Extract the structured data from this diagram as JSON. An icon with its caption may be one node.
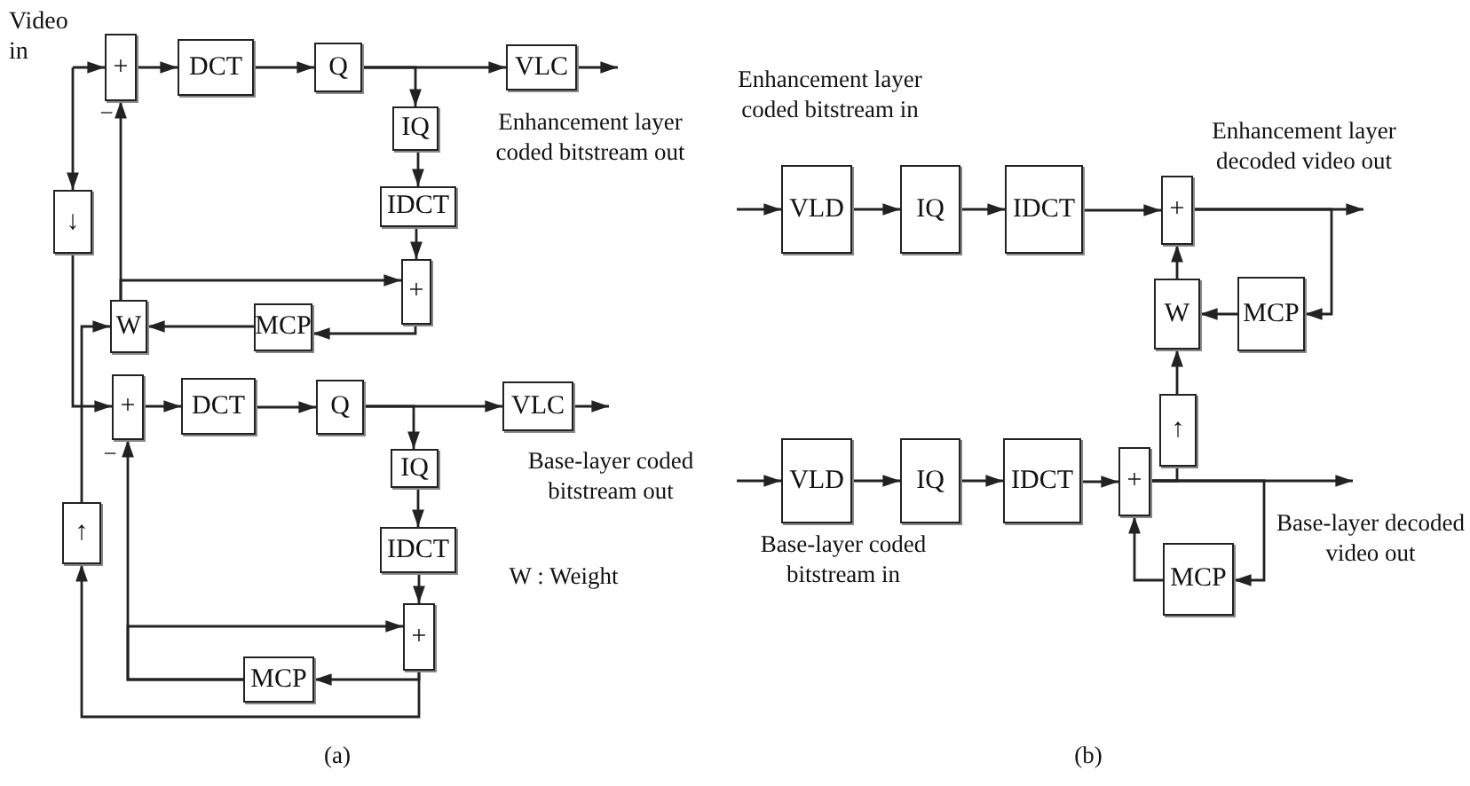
{
  "diagram": {
    "nodes": [
      {
        "text": [
          "Video in"
        ]
      },
      {
        "text": [
          "+"
        ]
      },
      {
        "text": [
          "DCT"
        ]
      },
      {
        "text": [
          "Q"
        ]
      },
      {
        "text": [
          "VLC"
        ]
      },
      {
        "text": [
          "IQ"
        ]
      },
      {
        "text": [
          "↓"
        ]
      },
      {
        "text": [
          "IDCT"
        ]
      },
      {
        "text": [
          "+"
        ]
      },
      {
        "text": [
          "W"
        ]
      },
      {
        "text": [
          "MCP"
        ]
      },
      {
        "text": [
          "+"
        ]
      },
      {
        "text": [
          "DCT"
        ]
      },
      {
        "text": [
          "Q"
        ]
      },
      {
        "text": [
          "VLC"
        ]
      },
      {
        "text": [
          "IQ"
        ]
      },
      {
        "text": [
          "↑"
        ]
      },
      {
        "text": [
          "IDCT"
        ]
      },
      {
        "text": [
          "+"
        ]
      },
      {
        "text": [
          "MCP"
        ]
      },
      {
        "text": [
          "VLD"
        ]
      },
      {
        "text": [
          "IQ"
        ]
      },
      {
        "text": [
          "IDCT"
        ]
      },
      {
        "text": [
          "+"
        ]
      },
      {
        "text": [
          "MCP"
        ]
      },
      {
        "text": [
          "W"
        ]
      },
      {
        "text": [
          "↑"
        ]
      },
      {
        "text": [
          "VLD"
        ]
      },
      {
        "text": [
          "IQ"
        ]
      },
      {
        "text": [
          "IDCT"
        ]
      },
      {
        "text": [
          "+"
        ]
      },
      {
        "text": [
          "MCP"
        ]
      }
    ],
    "edges": [
      {
        "from": 0,
        "to": 1,
        "arrow": "to"
      },
      {
        "from": 0,
        "to": 6,
        "arrow": "to"
      },
      {
        "from": 1,
        "to": 2,
        "arrow": "to"
      },
      {
        "from": 2,
        "to": 3,
        "arrow": "to"
      },
      {
        "from": 3,
        "to": 4,
        "arrow": "to"
      },
      {
        "from": 4,
        "to": null,
        "arrow": "to"
      },
      {
        "from": 3,
        "to": 5,
        "arrow": "to"
      },
      {
        "from": 5,
        "to": 7,
        "arrow": "to"
      },
      {
        "from": 7,
        "to": 8,
        "arrow": "to"
      },
      {
        "from": 8,
        "to": 10,
        "arrow": "to"
      },
      {
        "from": 10,
        "to": 9,
        "arrow": "to"
      },
      {
        "from": 9,
        "to": 1,
        "arrow": "to"
      },
      {
        "from": 9,
        "to": 8,
        "arrow": "to"
      },
      {
        "from": 16,
        "to": 9,
        "arrow": "to"
      },
      {
        "from": 6,
        "to": 11,
        "arrow": "to"
      },
      {
        "from": 11,
        "to": 12,
        "arrow": "to"
      },
      {
        "from": 12,
        "to": 13,
        "arrow": "to"
      },
      {
        "from": 13,
        "to": 14,
        "arrow": "to"
      },
      {
        "from": 14,
        "to": null,
        "arrow": "to"
      },
      {
        "from": 13,
        "to": 15,
        "arrow": "to"
      },
      {
        "from": 15,
        "to": 17,
        "arrow": "to"
      },
      {
        "from": 17,
        "to": 18,
        "arrow": "to"
      },
      {
        "from": 18,
        "to": 19,
        "arrow": "to"
      },
      {
        "from": 19,
        "to": 11,
        "arrow": "to"
      },
      {
        "from": 19,
        "to": 18,
        "arrow": "to"
      },
      {
        "from": 18,
        "to": 16,
        "arrow": "to"
      },
      {
        "from": null,
        "to": 20,
        "arrow": "to"
      },
      {
        "from": 20,
        "to": 21,
        "arrow": "to"
      },
      {
        "from": 21,
        "to": 22,
        "arrow": "to"
      },
      {
        "from": 22,
        "to": 23,
        "arrow": "to"
      },
      {
        "from": 23,
        "to": null,
        "arrow": "to"
      },
      {
        "from": 23,
        "to": 24,
        "arrow": "to"
      },
      {
        "from": 24,
        "to": 25,
        "arrow": "to"
      },
      {
        "from": 25,
        "to": 23,
        "arrow": "to"
      },
      {
        "from": 26,
        "to": 25,
        "arrow": "to"
      },
      {
        "from": null,
        "to": 27,
        "arrow": "to"
      },
      {
        "from": 27,
        "to": 28,
        "arrow": "to"
      },
      {
        "from": 28,
        "to": 29,
        "arrow": "to"
      },
      {
        "from": 29,
        "to": 30,
        "arrow": "to"
      },
      {
        "from": 30,
        "to": null,
        "arrow": "to"
      },
      {
        "from": 30,
        "to": 26,
        "arrow": "none"
      },
      {
        "from": 30,
        "to": 31,
        "arrow": "to"
      },
      {
        "from": 31,
        "to": 30,
        "arrow": "to"
      }
    ],
    "labels": [
      "−",
      "Enhancement layer coded bitstream out",
      "−",
      "Base-layer coded bitstream out",
      "W : Weight",
      "(a)",
      "Enhancement layer coded bitstream in",
      "Enhancement layer decoded video out",
      "Base-layer coded bitstream in",
      "Base-layer decoded video out",
      "(b)"
    ]
  }
}
